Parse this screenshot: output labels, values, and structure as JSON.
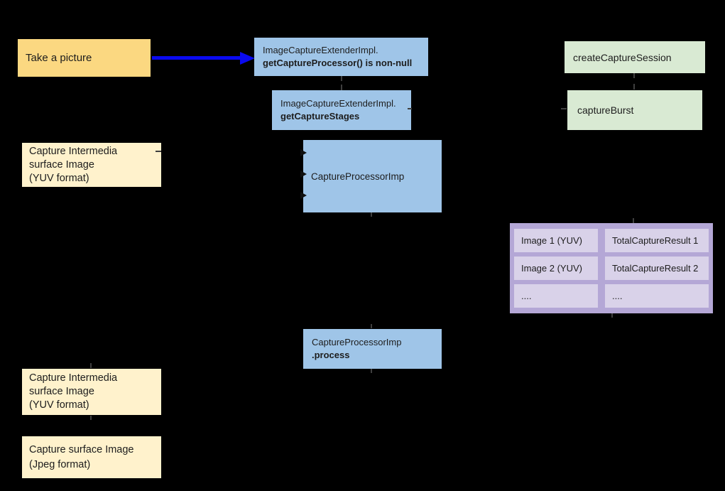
{
  "diagram": {
    "background": "#000000",
    "palette": {
      "gold_box": "#FBD881",
      "pale_yellow_box": "#FFF2CC",
      "blue_box": "#9FC5E8",
      "green_box": "#D9EAD3",
      "purple_table_outer": "#B4A7D6",
      "purple_table_cell": "#D9D2E9",
      "flow_arrow_blue": "#0A0AF0",
      "text": "#1d1d1d"
    },
    "nodes": {
      "take_picture": {
        "label": "Take a picture"
      },
      "capture_processor_nonnull": {
        "line1": "ImageCaptureExtenderImpl.",
        "line2": "getCaptureProcessor() is non-null"
      },
      "capture_stages": {
        "line1": "ImageCaptureExtenderImpl.",
        "line2": "getCaptureStages"
      },
      "create_capture_session": {
        "label": "createCaptureSession"
      },
      "capture_burst": {
        "label": "captureBurst"
      },
      "intermedia_yuv_top": {
        "line1": "Capture Intermedia",
        "line2": "surface Image",
        "line3": "(YUV format)"
      },
      "capture_processor_imp": {
        "label": "CaptureProcessorImp"
      },
      "capture_processor_process": {
        "line1": "CaptureProcessorImp",
        "line2": ".process"
      },
      "intermedia_yuv_bottom": {
        "line1": "Capture Intermedia",
        "line2": "surface Image",
        "line3": "(YUV format)"
      },
      "capture_surface_jpeg": {
        "line1": "Capture surface Image",
        "line2": "(Jpeg format)"
      }
    },
    "result_table": {
      "rows": [
        {
          "image": "Image 1 (YUV)",
          "result": "TotalCaptureResult 1"
        },
        {
          "image": "Image 2 (YUV)",
          "result": "TotalCaptureResult 2"
        },
        {
          "image": "....",
          "result": "...."
        }
      ]
    }
  }
}
